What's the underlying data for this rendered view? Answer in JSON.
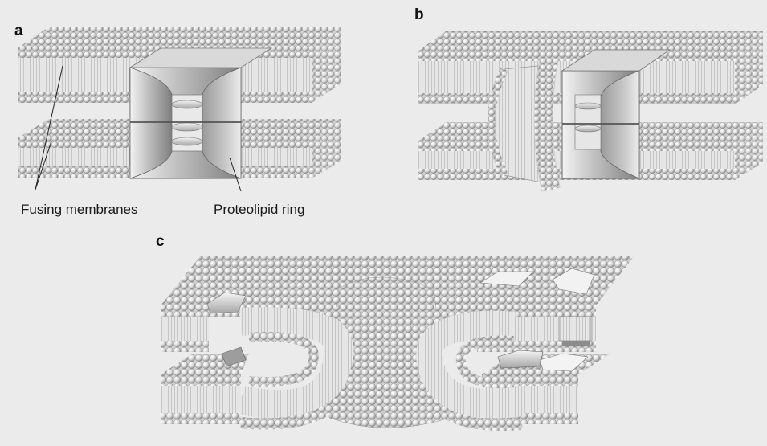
{
  "panels": [
    {
      "letter": "a"
    },
    {
      "letter": "b"
    },
    {
      "letter": "c"
    }
  ],
  "labels": {
    "fusing_membranes": "Fusing membranes",
    "proteolipid_ring": "Proteolipid ring"
  },
  "colors": {
    "background": "#ebebeb",
    "bead_light": "#ffffff",
    "bead_shade": "#8a8a8a",
    "bead_edge": "#6e6e6e",
    "lipid_tail": "#9a9a9a",
    "protein_light": "#e2e2e2",
    "protein_dark": "#8c8c8c"
  }
}
